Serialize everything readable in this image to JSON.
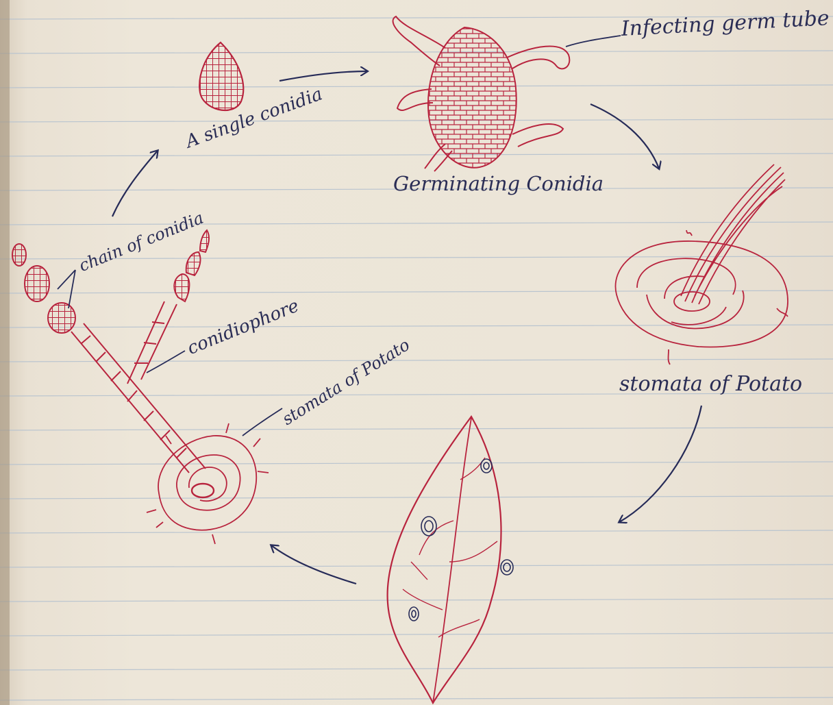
{
  "labels": {
    "infecting_germ_tube": "Infecting germ tube",
    "single_conidia": "A single conidia",
    "germinating_conidia": "Germinating Conidia",
    "chain_of_conidia": "chain of conidia",
    "conidiophore": "conidiophore",
    "stomata_left": "stomata of Potato",
    "stomata_right": "stomata of Potato"
  },
  "colors": {
    "paper": "#ece5d8",
    "rule_line": "#b9c4cf",
    "red_ink": "#b8243e",
    "blue_ink": "#262b58"
  }
}
